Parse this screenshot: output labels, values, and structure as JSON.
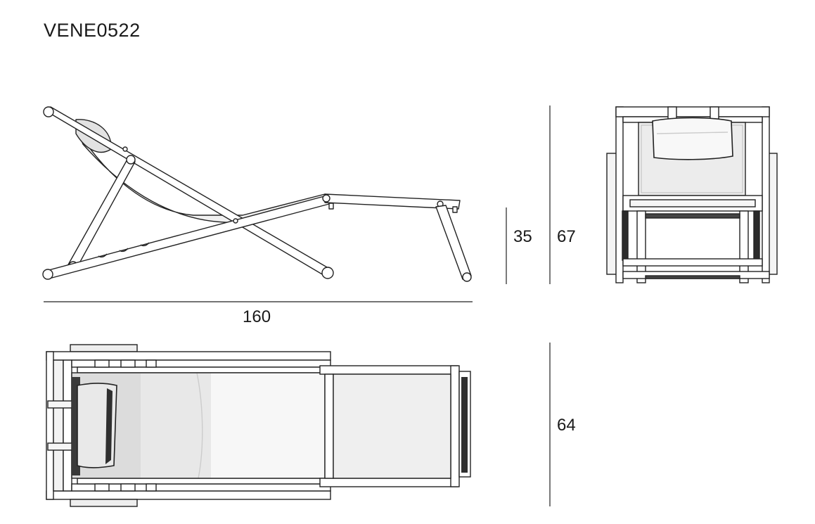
{
  "product_code": "VENE0522",
  "dimensions": {
    "length": "160",
    "seat_height": "35",
    "height": "67",
    "width": "64"
  }
}
